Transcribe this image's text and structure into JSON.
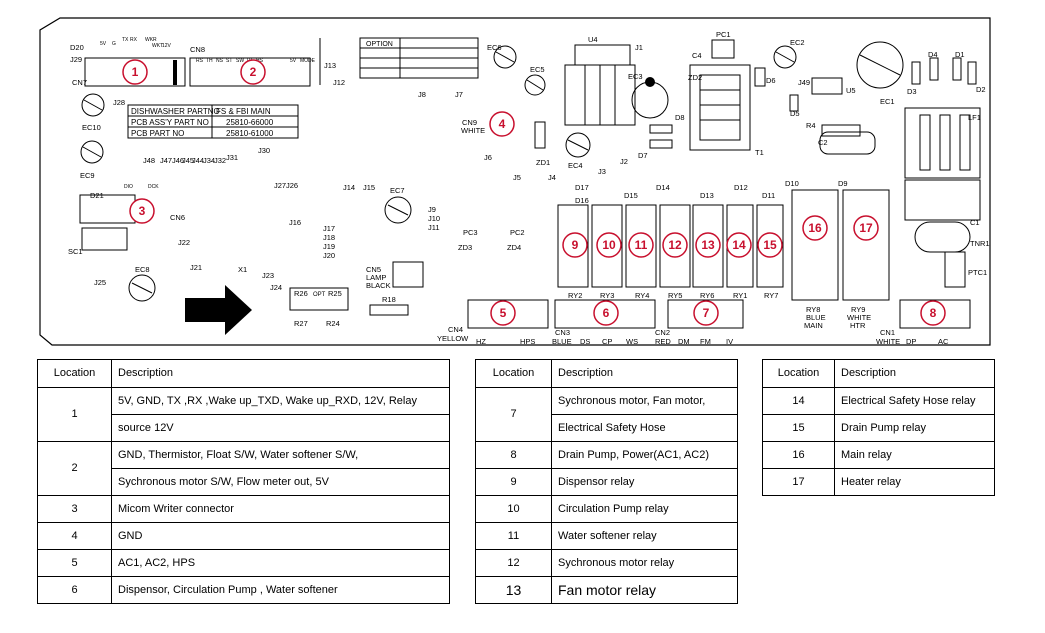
{
  "board": {
    "top_box_rows": [
      "DISHWASHER PARTNO",
      "FS & FBI MAIN",
      "PCB ASS'Y PART NO",
      "25810-66000",
      "PCB PART NO",
      "25810-61000"
    ],
    "option_label": "OPTION",
    "components": [
      "D20",
      "J29",
      "CN7",
      "CN8",
      "J13",
      "J12",
      "J28",
      "EC10",
      "EC9",
      "J48",
      "J47",
      "J46",
      "J45",
      "J44",
      "J34",
      "J32",
      "J31",
      "J30",
      "J8",
      "J7",
      "J27",
      "J26",
      "J14",
      "J15",
      "EC7",
      "J9",
      "J10",
      "J11",
      "J16",
      "J17",
      "J18",
      "J19",
      "J20",
      "D21",
      "CN6",
      "SC1",
      "J22",
      "J21",
      "X1",
      "J23",
      "J24",
      "J25",
      "EC8",
      "R26",
      "OPT",
      "R25",
      "R27",
      "R24",
      "CN5",
      "LAMP",
      "BLACK",
      "R18",
      "CN4",
      "YELLOW",
      "HZ",
      "HPS",
      "EC6",
      "EC5",
      "CN9",
      "WHITE",
      "J6",
      "ZD1",
      "EC4",
      "J5",
      "J4",
      "J3",
      "J2",
      "U4",
      "J1",
      "PC1",
      "EC2",
      "C4",
      "EC3",
      "ZD2",
      "D6",
      "J49",
      "U5",
      "EC1",
      "D4",
      "D1",
      "D3",
      "D2",
      "D5",
      "R4",
      "C2",
      "D8",
      "D7",
      "T1",
      "LF1",
      "D17",
      "D16",
      "D15",
      "D14",
      "D13",
      "D12",
      "D11",
      "D10",
      "D9",
      "PC3",
      "PC2",
      "ZD3",
      "ZD4",
      "RY2",
      "RY3",
      "RY4",
      "RY5",
      "RY6",
      "RY1",
      "RY7",
      "RY8",
      "BLUE",
      "MAIN",
      "RY9",
      "WHITE",
      "HTR",
      "C1",
      "TNR1",
      "PTC1",
      "CN3",
      "BLUE",
      "DS",
      "CP",
      "WS",
      "CN2",
      "RED",
      "DM",
      "FM",
      "IV",
      "CN1",
      "WHITE",
      "DP",
      "AC",
      "5V",
      "G",
      "TX",
      "RX",
      "WKR",
      "WKT",
      "12V",
      "RS",
      "TH",
      "NS",
      "ST",
      "SW",
      "TB",
      "HS",
      "5V",
      "MODE",
      "DIO",
      "DCK"
    ],
    "markers": [
      "1",
      "2",
      "3",
      "4",
      "5",
      "6",
      "7",
      "8",
      "9",
      "10",
      "11",
      "12",
      "13",
      "14",
      "15",
      "16",
      "17"
    ]
  },
  "table1": {
    "header": {
      "location": "Location",
      "description": "Description"
    },
    "rows": [
      {
        "location": "1",
        "desc1": "5V, GND, TX ,RX ,Wake up_TXD, Wake up_RXD, 12V, Relay",
        "desc2": "source 12V"
      },
      {
        "location": "2",
        "desc1": "GND, Thermistor, Float S/W, Water softener S/W,",
        "desc2": "Sychronous motor S/W, Flow meter out, 5V"
      },
      {
        "location": "3",
        "desc1": "Micom Writer connector"
      },
      {
        "location": "4",
        "desc1": "GND"
      },
      {
        "location": "5",
        "desc1": "AC1, AC2, HPS"
      },
      {
        "location": "6",
        "desc1": "Dispensor, Circulation Pump , Water softener"
      }
    ]
  },
  "table2": {
    "header": {
      "location": "Location",
      "description": "Description"
    },
    "rows": [
      {
        "location": "7",
        "desc1": "Sychronous motor, Fan motor,",
        "desc2": "Electrical Safety Hose"
      },
      {
        "location": "8",
        "desc1": "Drain Pump, Power(AC1, AC2)"
      },
      {
        "location": "9",
        "desc1": "Dispensor relay"
      },
      {
        "location": "10",
        "desc1": "Circulation Pump relay"
      },
      {
        "location": "11",
        "desc1": "Water softener relay"
      },
      {
        "location": "12",
        "desc1": "Sychronous motor relay"
      },
      {
        "location": "13",
        "desc1": "Fan motor relay"
      }
    ]
  },
  "table3": {
    "header": {
      "location": "Location",
      "description": "Description"
    },
    "rows": [
      {
        "location": "14",
        "desc1": "Electrical Safety Hose relay"
      },
      {
        "location": "15",
        "desc1": "Drain Pump relay"
      },
      {
        "location": "16",
        "desc1": "Main relay"
      },
      {
        "location": "17",
        "desc1": "Heater relay"
      }
    ]
  }
}
